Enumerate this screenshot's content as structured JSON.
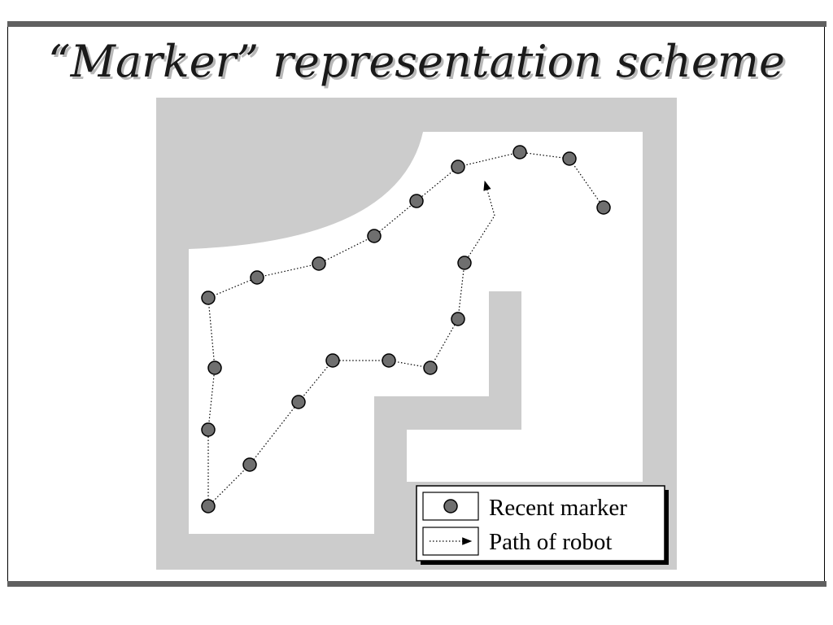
{
  "slide": {
    "title": "“Marker” representation scheme"
  },
  "legend": {
    "marker_label": "Recent marker",
    "path_label": "Path of robot"
  },
  "colors": {
    "wall": "#cccccc",
    "marker_fill": "#6f6f6f",
    "rule": "#606060"
  },
  "icons": {
    "marker": "marker-icon",
    "path": "arrow-right-icon"
  }
}
